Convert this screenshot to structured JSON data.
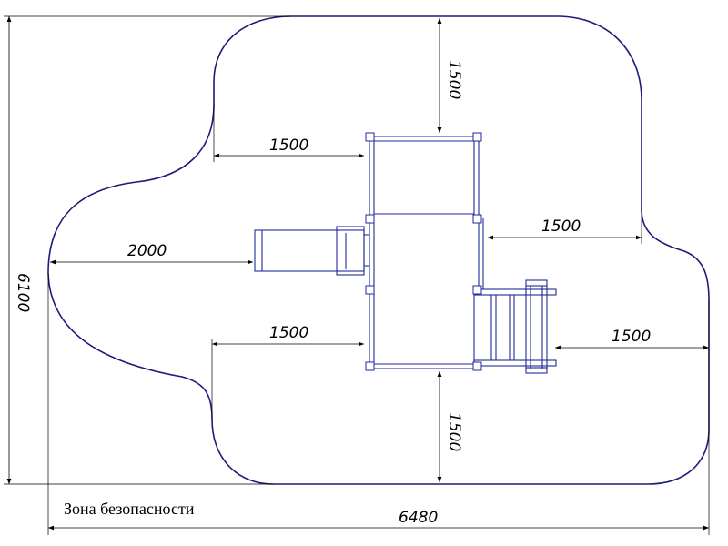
{
  "drawing": {
    "zone_label": "Зона безопасности",
    "dimensions": {
      "total_width": "6480",
      "total_height": "6100",
      "top_clearance": "1500",
      "left_upper_clearance": "1500",
      "slide_clearance": "2000",
      "right_upper_clearance": "1500",
      "left_lower_clearance": "1500",
      "ladder_clearance": "1500",
      "bottom_clearance": "1500"
    },
    "colors": {
      "zone_outline": "#1c1c7a",
      "equipment": "#1f2a9c",
      "dimension_lines": "#000000"
    }
  }
}
